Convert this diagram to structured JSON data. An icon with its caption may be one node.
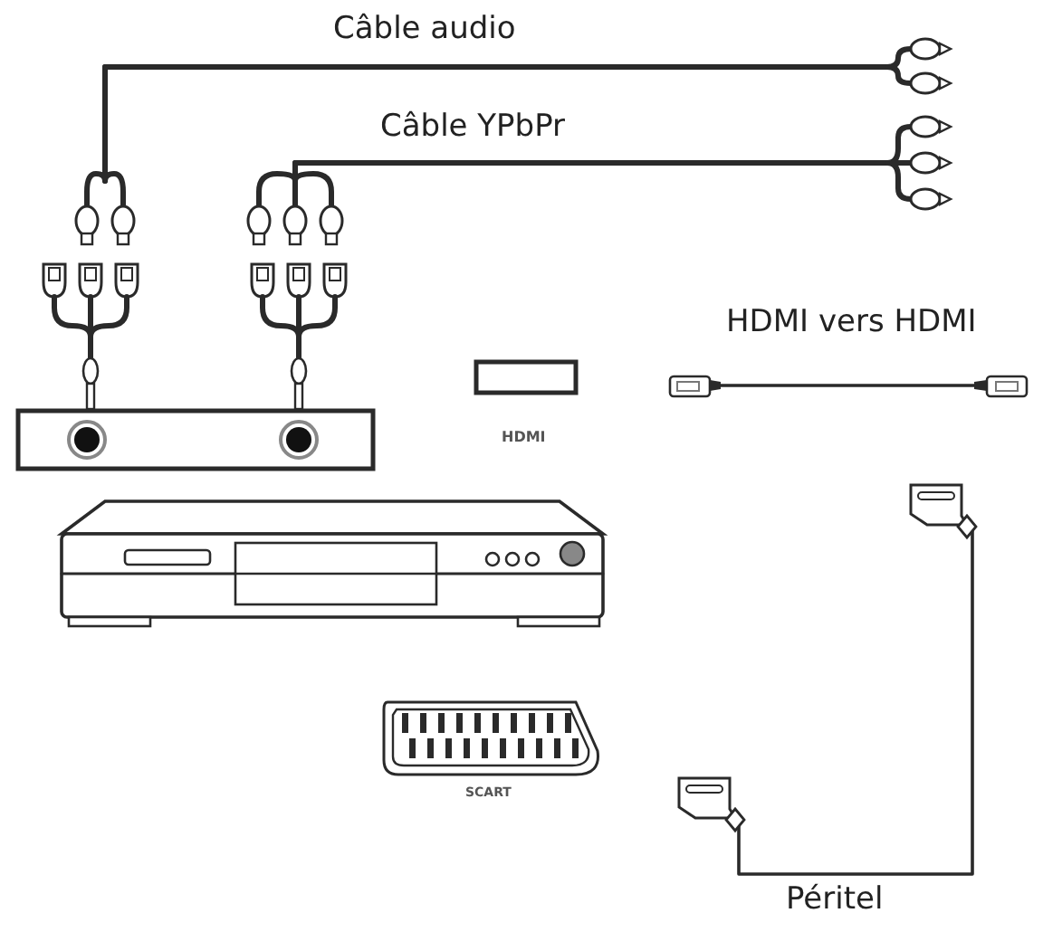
{
  "diagram": {
    "labels": [
      "Câble audio",
      "Câble YPbPr",
      "HDMI vers HDMI",
      "HDMI",
      "SCART",
      "Péritel"
    ]
  }
}
